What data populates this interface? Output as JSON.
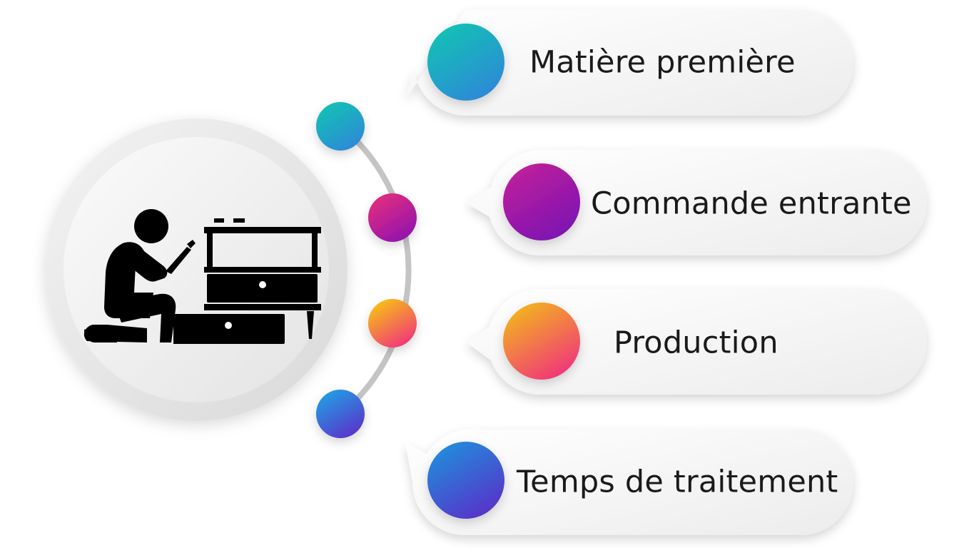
{
  "items": [
    {
      "label": "Matière première",
      "colors": [
        "#12c3b4",
        "#2f86d9"
      ]
    },
    {
      "label": "Commande entrante",
      "colors": [
        "#c0229a",
        "#7a10b4"
      ]
    },
    {
      "label": "Production",
      "colors": [
        "#f3b81b",
        "#f0307e"
      ]
    },
    {
      "label": "Temps de traitement",
      "colors": [
        "#1f8fdc",
        "#5a2fc8"
      ]
    }
  ],
  "connector_dots": [
    {
      "colors": [
        "#12c3b4",
        "#2f86d9"
      ]
    },
    {
      "colors": [
        "#e52f7d",
        "#8d12b0"
      ]
    },
    {
      "colors": [
        "#f7c612",
        "#f0307e"
      ]
    },
    {
      "colors": [
        "#1fa2e5",
        "#5d2fc8"
      ]
    }
  ],
  "hub": {
    "icon": "worker-assembling-furniture-icon"
  }
}
